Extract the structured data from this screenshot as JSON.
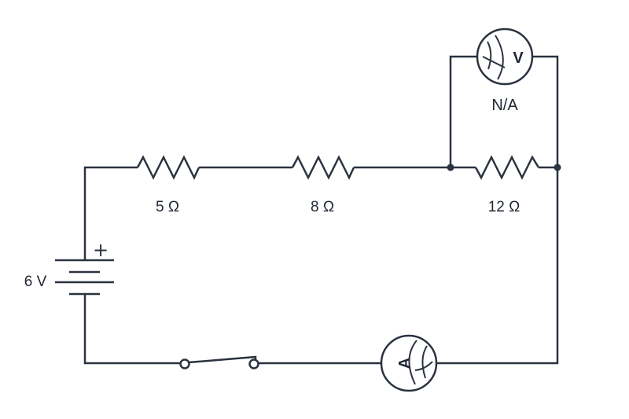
{
  "battery": {
    "label": "6 V",
    "polarity_mark": "+"
  },
  "resistors": [
    {
      "label": "5 Ω"
    },
    {
      "label": "8 Ω"
    },
    {
      "label": "12 Ω"
    }
  ],
  "voltmeter": {
    "symbol": "V",
    "reading": "N/A"
  },
  "ammeter": {
    "symbol": "A"
  },
  "switch": {
    "state": "open"
  },
  "colors": {
    "wire": "#2b3340",
    "background": "#ffffff"
  }
}
